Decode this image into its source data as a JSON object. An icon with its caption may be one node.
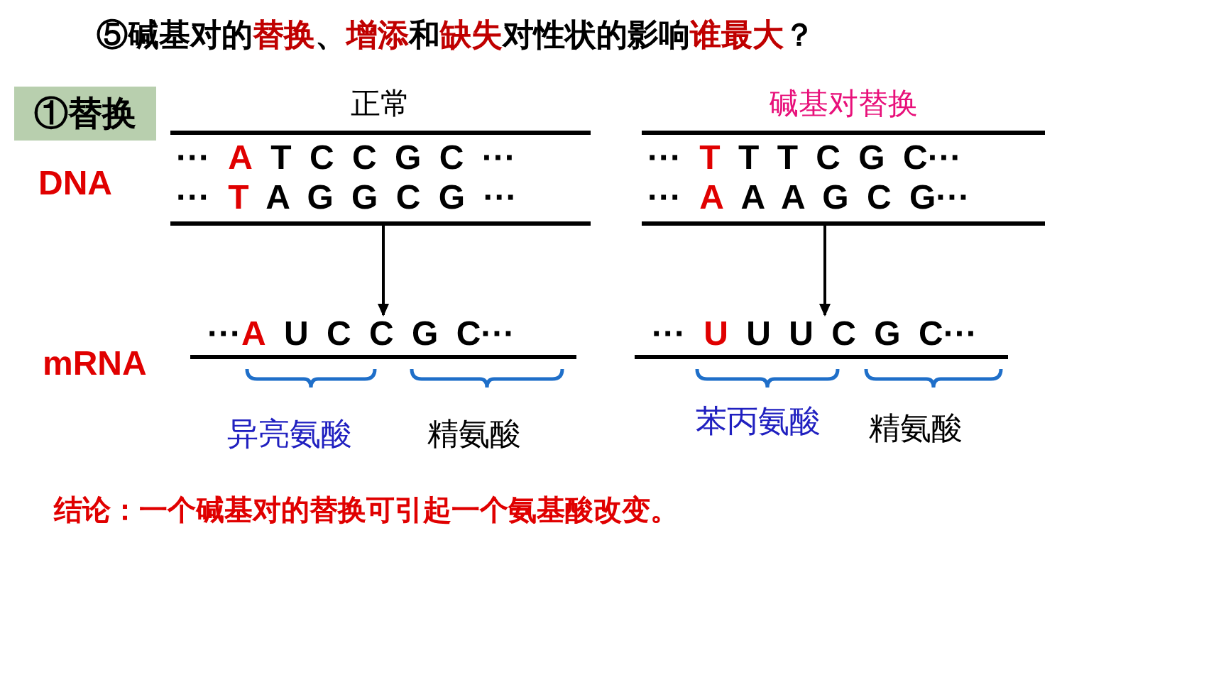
{
  "diagram": {
    "title": "⑤碱基对的**替换**、**增添**和**缺失**对性状的影响**谁最大**？",
    "nodes": [
      {
        "text": [
          "①替换"
        ]
      },
      {
        "text": [
          "正常",
          "··· **A** T C C G C ···",
          "··· **T** A G G C G ···"
        ]
      },
      {
        "text": [
          "碱基对替换",
          "··· **T** T T C G C···",
          "··· **A** A A G C G···"
        ]
      },
      {
        "text": [
          "···**A** U C C G C···"
        ]
      },
      {
        "text": [
          "··· **U** U U C G C···"
        ]
      }
    ],
    "edges": [
      {
        "from": 1,
        "to": 3,
        "arrow": "to"
      },
      {
        "from": 2,
        "to": 4,
        "arrow": "to"
      }
    ],
    "labels": [
      "DNA",
      "mRNA",
      "异亮氨酸",
      "精氨酸",
      "苯丙氨酸",
      "精氨酸",
      "结论：一个碱基对的替换可引起一个氨基酸改变。"
    ]
  }
}
